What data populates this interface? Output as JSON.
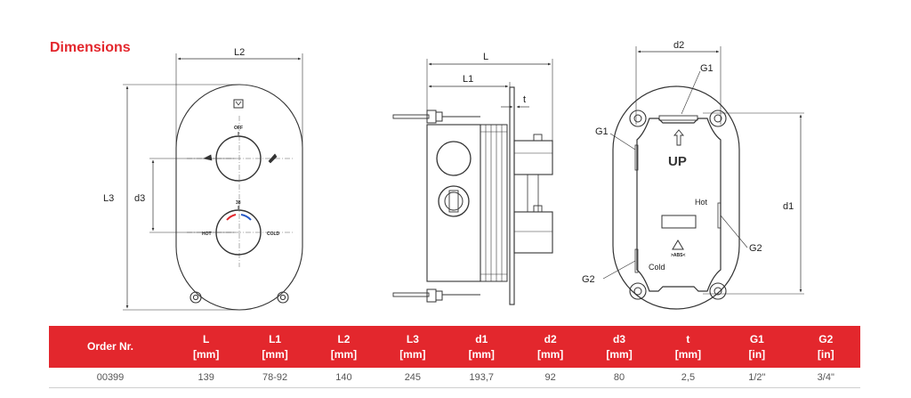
{
  "section_title": "Dimensions",
  "drawing_labels": {
    "front": {
      "L2": "L2",
      "L3": "L3",
      "d3": "d3",
      "off": "OFF",
      "temp": "38",
      "hot": "HOT",
      "cold": "COLD"
    },
    "side": {
      "L": "L",
      "L1": "L1",
      "t": "t"
    },
    "box": {
      "d2": "d2",
      "G1_top": "G1",
      "G1_left": "G1",
      "up": "UP",
      "hot": "Hot",
      "cold": "Cold",
      "d1": "d1",
      "G2_right": "G2",
      "G2_left": "G2",
      "abs": ">ABS<"
    }
  },
  "table": {
    "headers": [
      {
        "name": "Order Nr.",
        "unit": ""
      },
      {
        "name": "L",
        "unit": "[mm]"
      },
      {
        "name": "L1",
        "unit": "[mm]"
      },
      {
        "name": "L2",
        "unit": "[mm]"
      },
      {
        "name": "L3",
        "unit": "[mm]"
      },
      {
        "name": "d1",
        "unit": "[mm]"
      },
      {
        "name": "d2",
        "unit": "[mm]"
      },
      {
        "name": "d3",
        "unit": "[mm]"
      },
      {
        "name": "t",
        "unit": "[mm]"
      },
      {
        "name": "G1",
        "unit": "[in]"
      },
      {
        "name": "G2",
        "unit": "[in]"
      }
    ],
    "rows": [
      [
        "00399",
        "139",
        "78-92",
        "140",
        "245",
        "193,7",
        "92",
        "80",
        "2,5",
        "1/2\"",
        "3/4\""
      ]
    ]
  }
}
